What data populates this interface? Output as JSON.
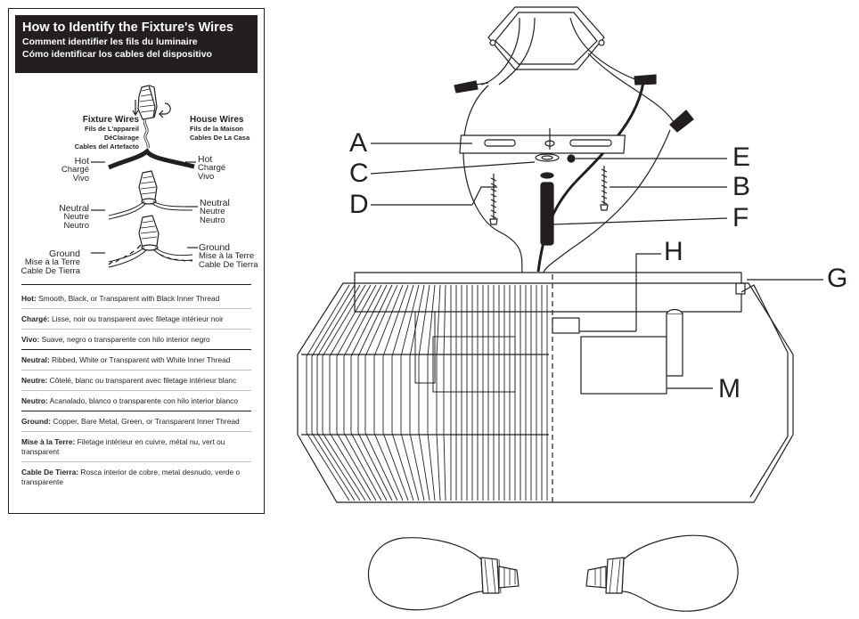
{
  "card": {
    "title": "How to Identify the Fixture's Wires",
    "subtitle_fr": "Comment identifier les fils du luminaire",
    "subtitle_es": "Cómo identificar los cables del dispositivo",
    "fixture_wires": {
      "heading": "Fixture Wires",
      "heading_fr": "Fils de L'appareil DéClairage",
      "heading_es": "Cables del Artefacto"
    },
    "house_wires": {
      "heading": "House Wires",
      "heading_fr": "Fils de la Maison",
      "heading_es": "Cables De La Casa"
    },
    "labels": {
      "hot": {
        "en": "Hot",
        "fr": "Chargé",
        "es": "Vivo"
      },
      "neutral": {
        "en": "Neutral",
        "fr": "Neutre",
        "es": "Neutro"
      },
      "ground": {
        "en": "Ground",
        "fr": "Mise à la Terre",
        "es": "Cable De Tierra"
      }
    },
    "definitions": [
      {
        "term": "Hot:",
        "text": " Smooth, Black, or Transparent with Black Inner Thread"
      },
      {
        "term": "Chargé:",
        "text": " Lisse, noir ou transparent avec filetage intérieur noir"
      },
      {
        "term": "Vivo:",
        "text": " Suave, negro o transparente con hilo interior negro"
      },
      {
        "term": "Neutral:",
        "text": " Ribbed, White or Transparent with White Inner Thread"
      },
      {
        "term": "Neutre:",
        "text": " Côtelé, blanc ou transparent avec filetage intérieur blanc"
      },
      {
        "term": "Neutro:",
        "text": " Acanalado, blanco o transparente con hilo interior blanco"
      },
      {
        "term": "Ground:",
        "text": " Copper, Bare Metal, Green, or Transparent Inner Thread"
      },
      {
        "term": "Mise à la Terre:",
        "text": " Filetage intérieur en cuivre, métal nu, vert ou transparent"
      },
      {
        "term": "Cable De Tierra:",
        "text": " Rosca interior de cobre, metal desnudo, verde o transparente"
      }
    ]
  },
  "callouts": {
    "A": "A",
    "B": "B",
    "C": "C",
    "D": "D",
    "E": "E",
    "F": "F",
    "G": "G",
    "H": "H",
    "M": "M"
  },
  "colors": {
    "ink": "#231f20",
    "rule": "#bdbdbd",
    "paper": "#ffffff"
  }
}
